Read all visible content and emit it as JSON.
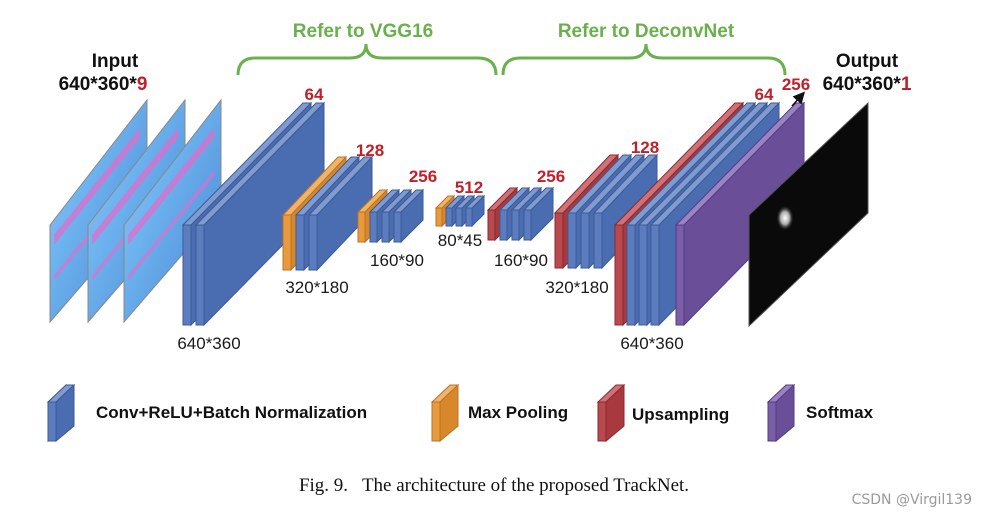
{
  "diagram": {
    "bracket_left_label": "Refer to VGG16",
    "bracket_right_label": "Refer to DeconvNet",
    "input_label": "Input",
    "input_dims_prefix": "640*360*",
    "input_dims_channels": "9",
    "output_label": "Output",
    "output_dims_prefix": "640*360*",
    "output_dims_channels": "1",
    "stages": [
      {
        "channels": "64",
        "size": "640*360"
      },
      {
        "channels": "128",
        "size": "320*180"
      },
      {
        "channels": "256",
        "size": "160*90"
      },
      {
        "channels": "512",
        "size": "80*45"
      },
      {
        "channels": "256",
        "size": "160*90"
      },
      {
        "channels": "128",
        "size": "320*180"
      },
      {
        "channels": "64",
        "channels_b": "256",
        "size": "640*360"
      }
    ],
    "legend": [
      {
        "label": "Conv+ReLU+Batch Normalization",
        "color": "#5b7dbf"
      },
      {
        "label": "Max Pooling",
        "color": "#e89a3c"
      },
      {
        "label": "Upsampling",
        "color": "#b8494e"
      },
      {
        "label": "Softmax",
        "color": "#7a5ea8"
      }
    ],
    "colors": {
      "conv": "#5b7dbf",
      "pool": "#e89a3c",
      "upsample": "#b8494e",
      "softmax": "#7a5ea8",
      "red_text": "#c0202a",
      "green_text": "#6ab04c"
    }
  },
  "caption": "Fig. 9.   The architecture of the proposed TrackNet.",
  "watermark": "CSDN @Virgil139"
}
